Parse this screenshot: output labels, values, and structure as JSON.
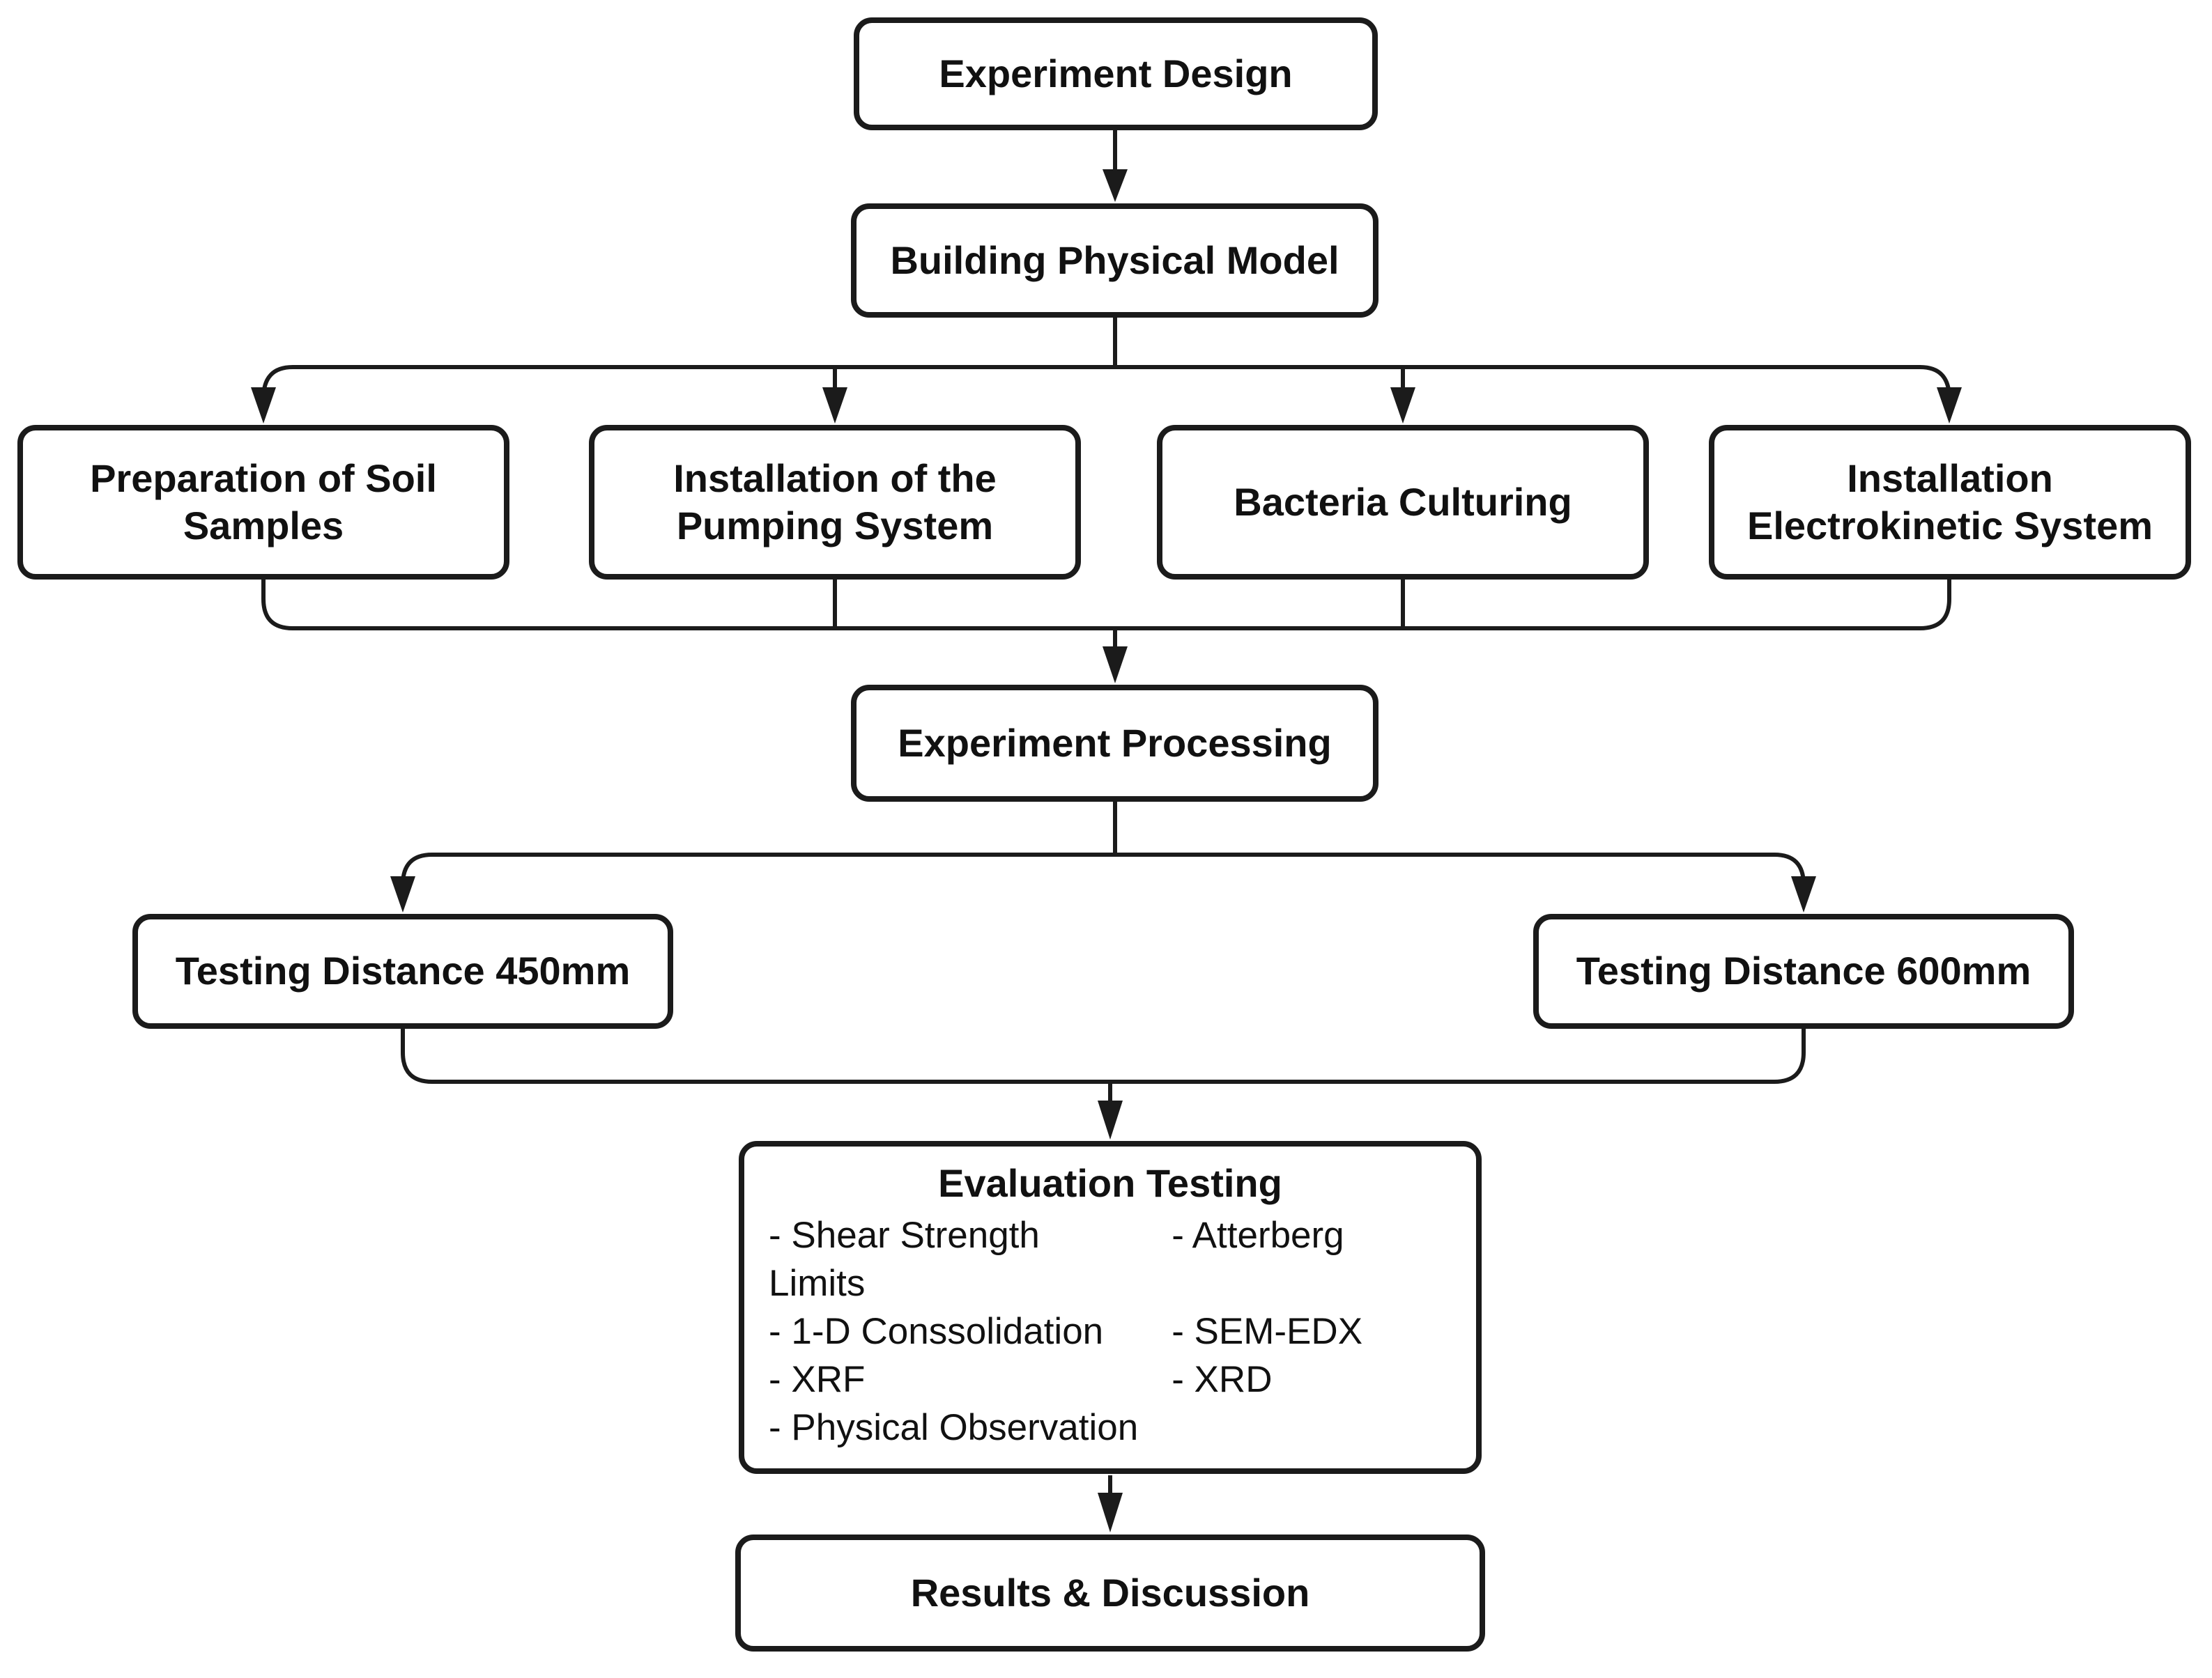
{
  "diagram": {
    "nodes": {
      "experiment_design": {
        "label": "Experiment Design"
      },
      "building_physical_model": {
        "label": "Building Physical Model"
      },
      "preparation_soil": {
        "label": "Preparation of Soil Samples"
      },
      "installation_pumping": {
        "label": "Installation of the Pumping System"
      },
      "bacteria_culturing": {
        "label": "Bacteria Culturing"
      },
      "installation_electrokinetic": {
        "label": "Installation Electrokinetic System"
      },
      "experiment_processing": {
        "label": "Experiment Processing"
      },
      "testing_450": {
        "label": "Testing Distance 450mm"
      },
      "testing_600": {
        "label": "Testing Distance 600mm"
      },
      "results_discussion": {
        "label": "Results & Discussion"
      }
    },
    "evaluation": {
      "title": "Evaluation Testing",
      "rows": [
        {
          "left": "- Shear Strength",
          "right": "- Atterberg"
        },
        {
          "left": "Limits",
          "right": ""
        },
        {
          "left": "- 1-D Conssolidation",
          "right": "- SEM-EDX"
        },
        {
          "left": "- XRF",
          "right": "- XRD"
        },
        {
          "left": "- Physical Observation",
          "right": ""
        }
      ]
    },
    "colors": {
      "line": "#1b1b1b",
      "box_border": "#1b1b1b",
      "box_fill": "#ffffff",
      "text": "#111111",
      "background": "#ffffff"
    }
  }
}
